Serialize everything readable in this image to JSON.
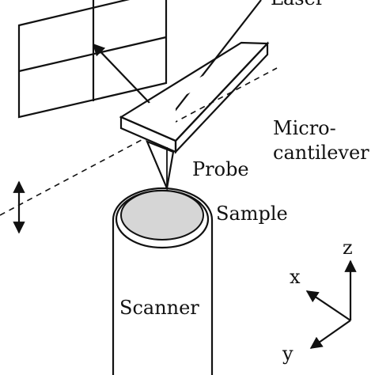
{
  "labels": {
    "laser": "Laser",
    "microcantilever_line1": "Micro-",
    "microcantilever_line2": "cantilever",
    "probe": "Probe",
    "sample": "Sample",
    "scanner": "Scanner"
  },
  "axes": {
    "z": "z",
    "x": "x",
    "y": "y"
  }
}
